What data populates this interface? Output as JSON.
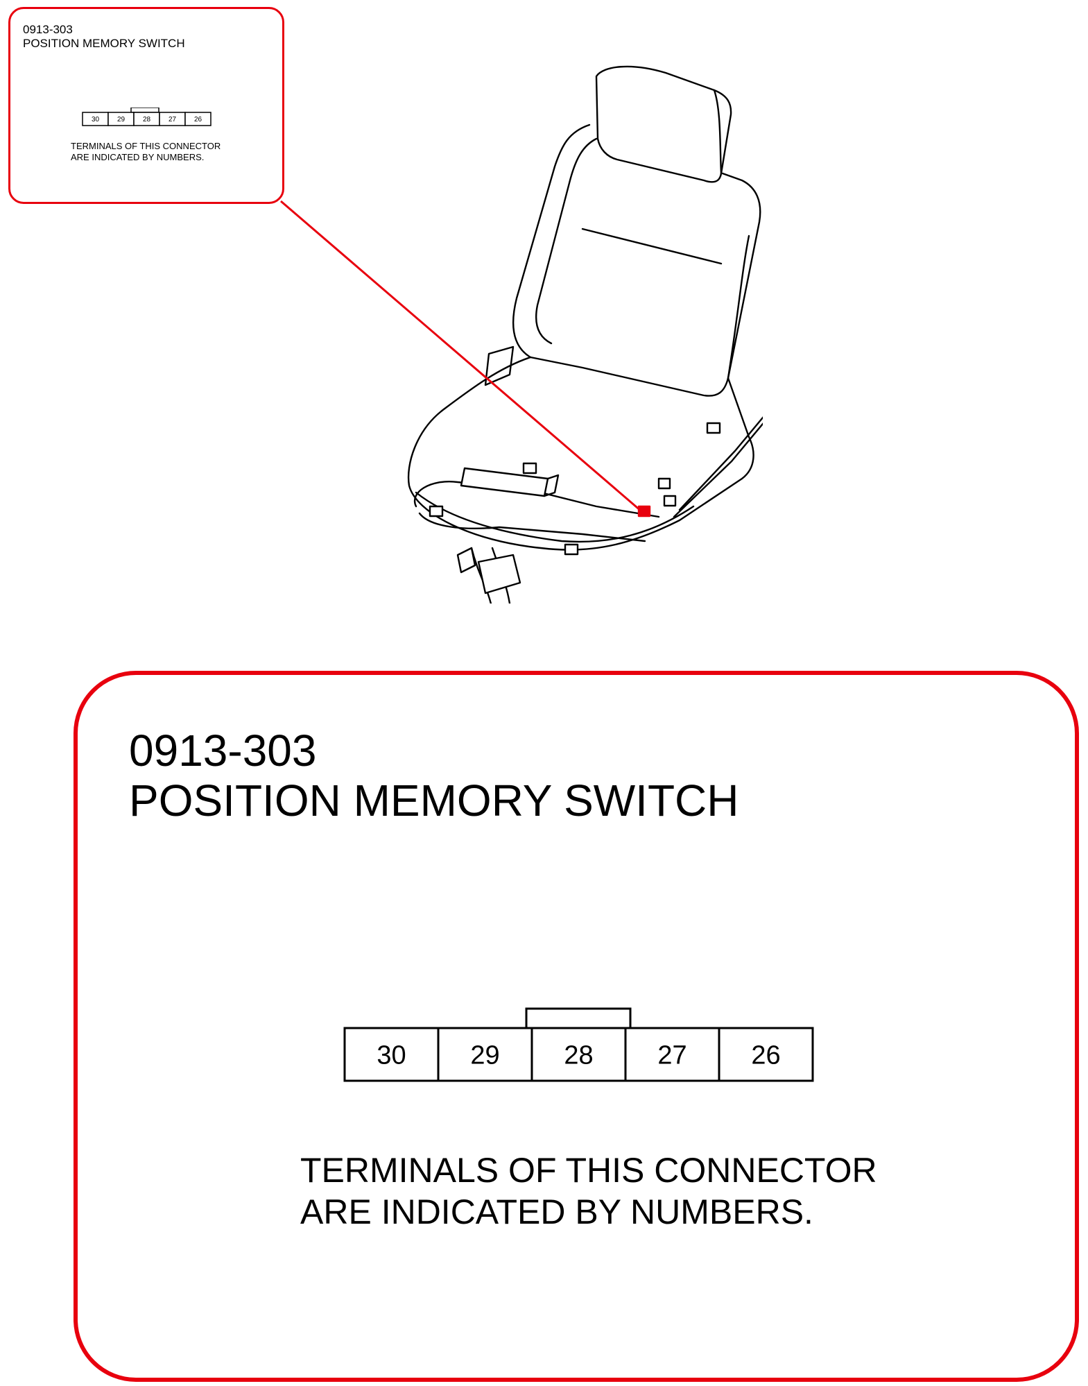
{
  "connector": {
    "code": "0913-303",
    "name": "POSITION MEMORY SWITCH",
    "terminals": [
      "30",
      "29",
      "28",
      "27",
      "26"
    ],
    "keyed_terminal_index": 2,
    "note_line1": "TERMINALS OF THIS CONNECTOR",
    "note_line2": "ARE INDICATED BY NUMBERS."
  },
  "colors": {
    "highlight": "#e8000e",
    "line": "#000000"
  }
}
